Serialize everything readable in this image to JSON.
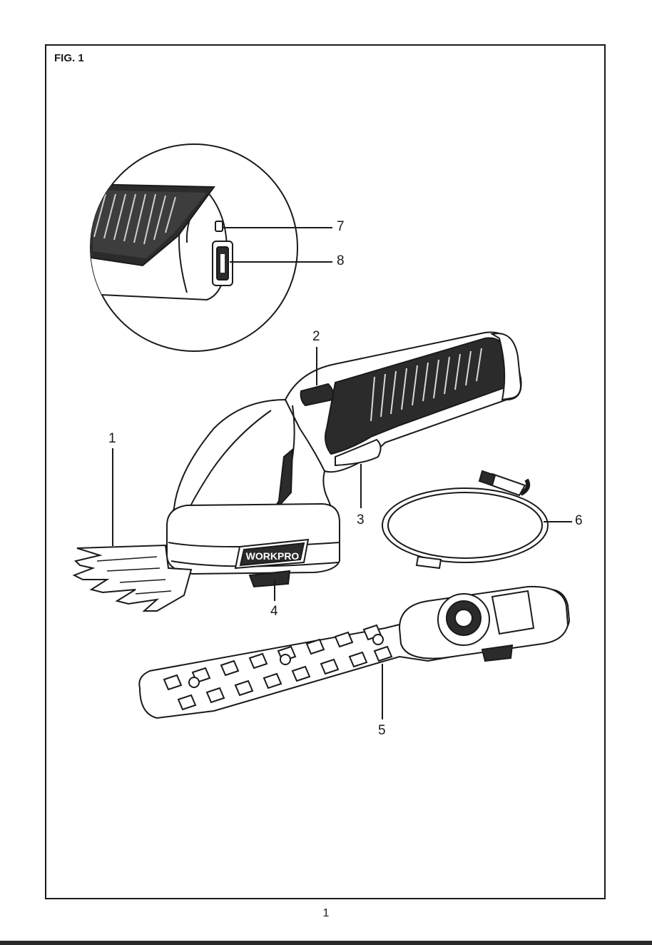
{
  "figure_label": "FIG. 1",
  "brand_logo_text": "WORKPRO",
  "callouts": {
    "c1": "1",
    "c2": "2",
    "c3": "3",
    "c4": "4",
    "c5": "5",
    "c6": "6",
    "c7": "7",
    "c8": "8"
  },
  "page_number": "1"
}
